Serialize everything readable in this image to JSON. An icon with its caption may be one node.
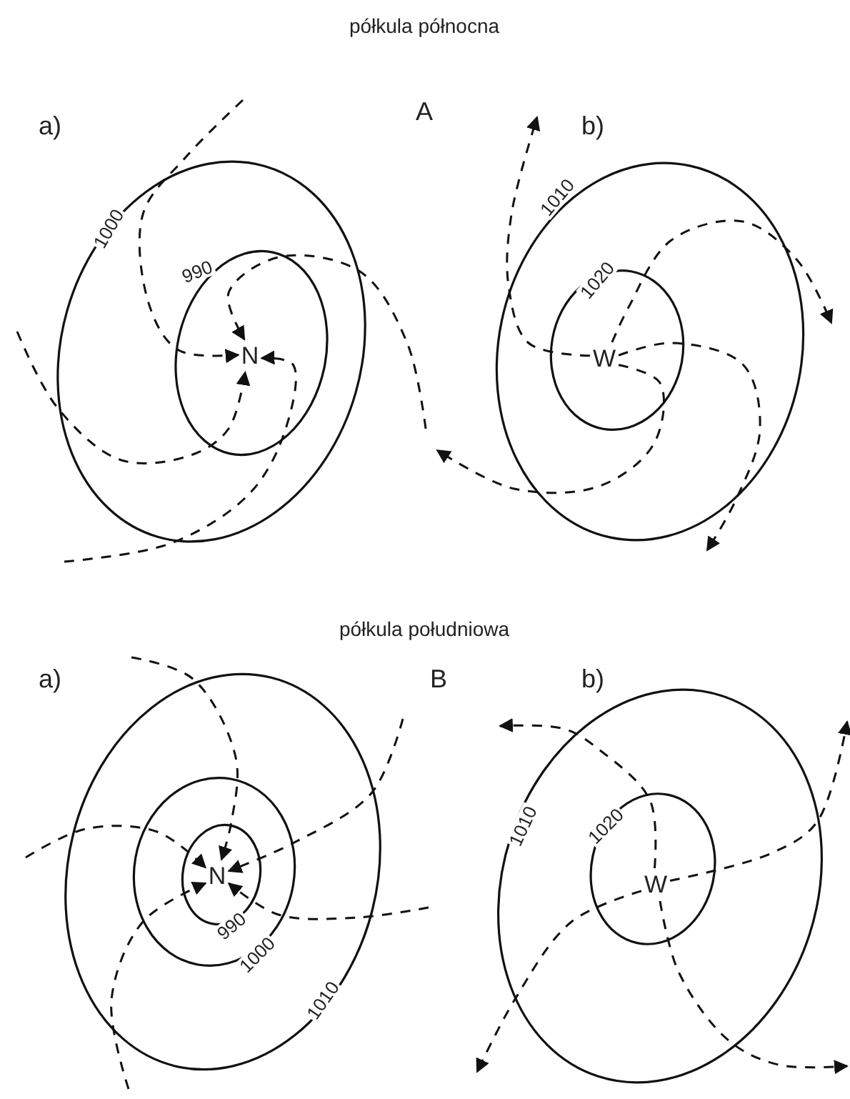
{
  "diagram": {
    "nodes": [
      {
        "text": [
          "N"
        ]
      },
      {
        "text": [
          "W"
        ]
      },
      {
        "text": [
          "N"
        ]
      },
      {
        "text": [
          "W"
        ]
      }
    ],
    "edges": [
      {
        "from": null,
        "to": 0,
        "arrow": "to",
        "style": "dashed"
      },
      {
        "from": null,
        "to": 0,
        "arrow": "to",
        "style": "dashed"
      },
      {
        "from": null,
        "to": 0,
        "arrow": "to",
        "style": "dashed"
      },
      {
        "from": null,
        "to": 0,
        "arrow": "to",
        "style": "dashed"
      },
      {
        "from": 1,
        "to": null,
        "arrow": "to",
        "style": "dashed"
      },
      {
        "from": 1,
        "to": null,
        "arrow": "to",
        "style": "dashed"
      },
      {
        "from": 1,
        "to": null,
        "arrow": "to",
        "style": "dashed"
      },
      {
        "from": 1,
        "to": null,
        "arrow": "to",
        "style": "dashed"
      },
      {
        "from": null,
        "to": 2,
        "arrow": "to",
        "style": "dashed"
      },
      {
        "from": null,
        "to": 2,
        "arrow": "to",
        "style": "dashed"
      },
      {
        "from": null,
        "to": 2,
        "arrow": "to",
        "style": "dashed"
      },
      {
        "from": null,
        "to": 2,
        "arrow": "to",
        "style": "dashed"
      },
      {
        "from": null,
        "to": 2,
        "arrow": "to",
        "style": "dashed"
      },
      {
        "from": 3,
        "to": null,
        "arrow": "to",
        "style": "dashed"
      },
      {
        "from": 3,
        "to": null,
        "arrow": "to",
        "style": "dashed"
      },
      {
        "from": 3,
        "to": null,
        "arrow": "to",
        "style": "dashed"
      },
      {
        "from": 3,
        "to": null,
        "arrow": "to",
        "style": "dashed"
      }
    ],
    "labels": [
      "półkula północna",
      "a)",
      "A",
      "b)",
      "1000",
      "990",
      "1010",
      "1020",
      "półkula południowa",
      "a)",
      "B",
      "b)",
      "990",
      "1000",
      "1010",
      "1010",
      "1020"
    ]
  }
}
